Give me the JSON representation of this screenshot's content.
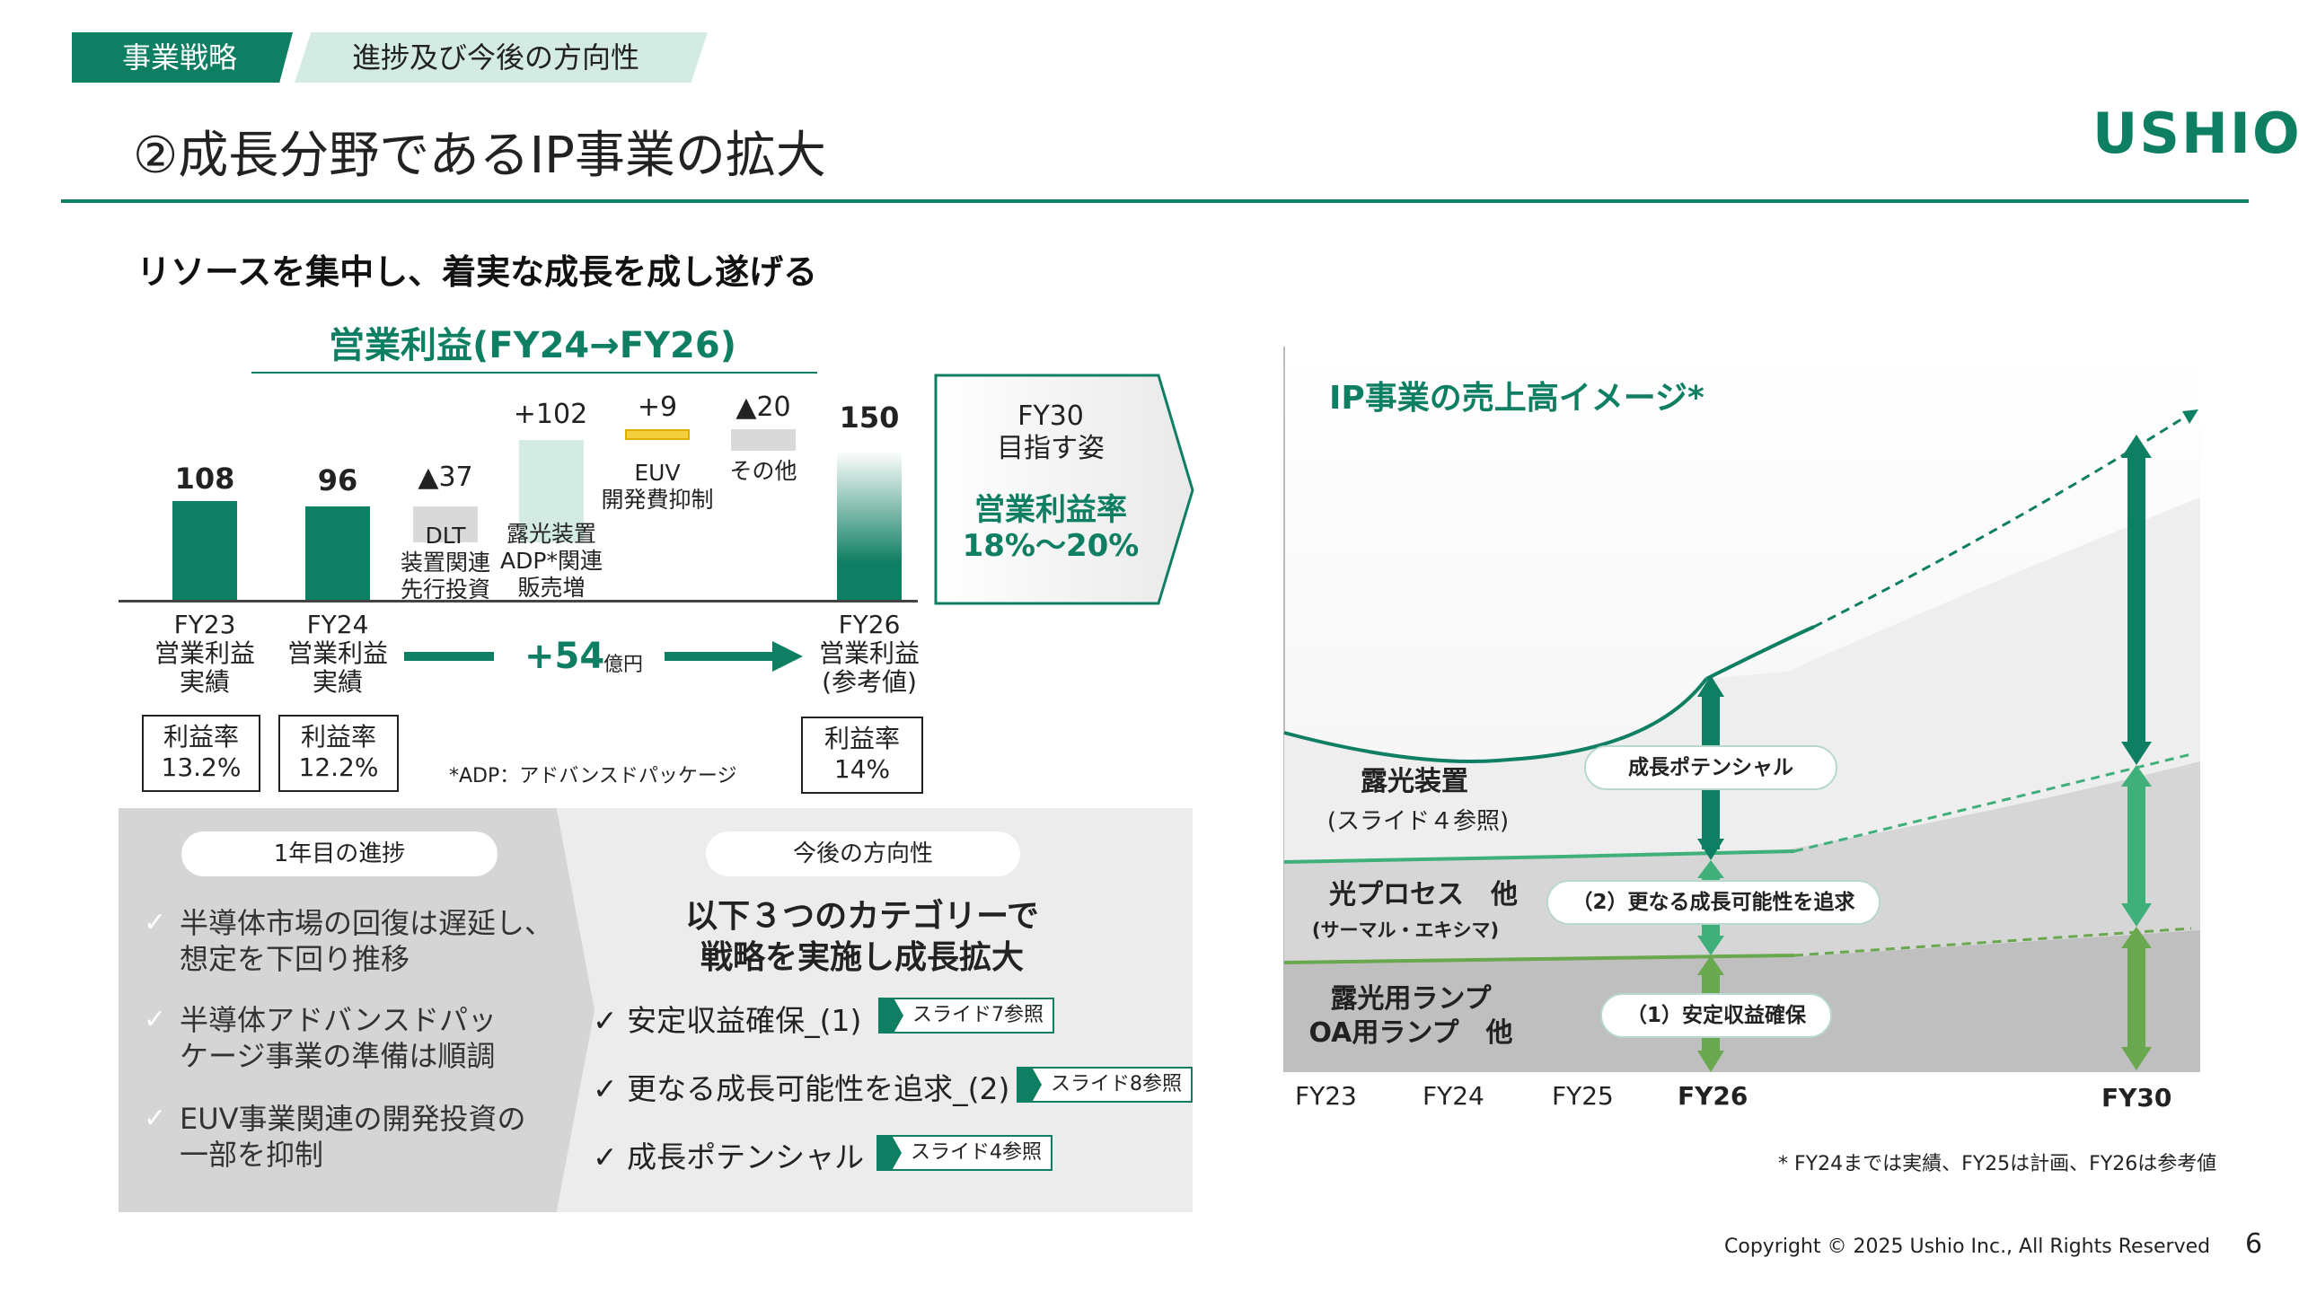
{
  "header": {
    "section_tag": "事業戦略",
    "subsection_tag": "進捗及び今後の方向性",
    "title": "②成長分野であるIP事業の拡大",
    "logo": "USHIO",
    "subtitle": "リソースを集中し、着実な成長を成し遂げる"
  },
  "operating_profit": {
    "title": "営業利益(FY24→FY26)",
    "bars": [
      {
        "value": "108",
        "label": "FY23\n営業利益\n実績",
        "rate": "利益率\n13.2%"
      },
      {
        "value": "96",
        "label": "FY24\n営業利益\n実績",
        "rate": "利益率\n12.2%"
      },
      {
        "value": "▲37",
        "label": "DLT\n装置関連\n先行投資"
      },
      {
        "value": "+102",
        "label": "露光装置\nADP*関連\n販売増"
      },
      {
        "value": "+9",
        "label": "EUV\n開発費抑制"
      },
      {
        "value": "▲20",
        "label": "その他"
      },
      {
        "value": "150",
        "label": "FY26\n営業利益\n(参考値)",
        "rate": "利益率\n14%"
      }
    ],
    "increase": "+54",
    "increase_unit": "億円",
    "adp_note": "*ADP：アドバンスドパッケージ",
    "fy30_box": "FY30\n目指す姿",
    "fy30_margin": "営業利益率\n18%～20%",
    "colors": {
      "bar": "#0f7f63",
      "light": "#d4ebe4",
      "gray": "#d9d9d9",
      "yellow": "#f4d03f"
    }
  },
  "progress": {
    "pill": "1年目の進捗",
    "items": [
      "半導体市場の回復は遅延し、\n想定を下回り推移",
      "半導体アドバンスドパッ\nケージ事業の準備は順調",
      "EUV事業関連の開発投資の\n一部を抑制"
    ]
  },
  "direction": {
    "pill": "今後の方向性",
    "heading": "以下３つのカテゴリーで\n戦略を実施し成長拡大",
    "items": [
      {
        "text": "✓ 安定収益確保_(1)",
        "ref": "スライド7参照"
      },
      {
        "text": "✓ 更なる成長可能性を追求_(2)",
        "ref": "スライド8参照"
      },
      {
        "text": "✓ 成長ポテンシャル",
        "ref": "スライド4参照"
      }
    ]
  },
  "sales_image": {
    "title": "IP事業の売上高イメージ*",
    "segments": [
      {
        "name": "露光装置",
        "sub": "(スライド４参照)"
      },
      {
        "name": "光プロセス　他",
        "sub": "(サーマル・エキシマ)"
      },
      {
        "name": "露光用ランプ\nOA用ランプ　他",
        "sub": ""
      }
    ],
    "callouts": [
      "成長ポテンシャル",
      "（2）更なる成長可能性を追求",
      "（1）安定収益確保"
    ],
    "x_labels": [
      "FY23",
      "FY24",
      "FY25",
      "FY26",
      "FY30"
    ],
    "footnote": "* FY24までは実績、FY25は計画、FY26は参考値"
  },
  "footer": {
    "copyright": "Copyright © 2025 Ushio Inc., All Rights Reserved",
    "page": "6"
  }
}
